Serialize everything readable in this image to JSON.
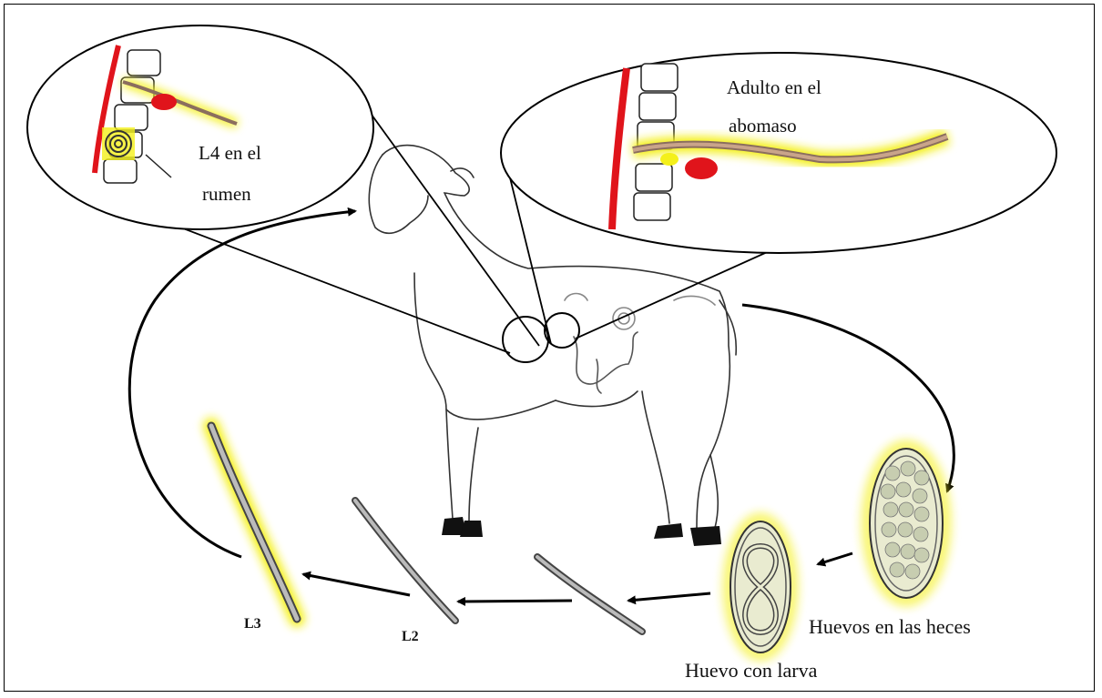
{
  "labels": {
    "l4_line1": "L4 en el",
    "l4_line2": "rumen",
    "adult_line1": "Adulto en el",
    "adult_line2": "abomaso",
    "eggs_feces": "Huevos en las heces",
    "egg_larva": "Huevo con larva",
    "l3": "L3",
    "l2": "L2"
  },
  "colors": {
    "highlight": "#f4f01a",
    "tissue_red": "#e0141b",
    "worm_body": "#c9a48a",
    "egg_fill": "#e9ebd0",
    "egg_spot": "#c7cdb0"
  }
}
